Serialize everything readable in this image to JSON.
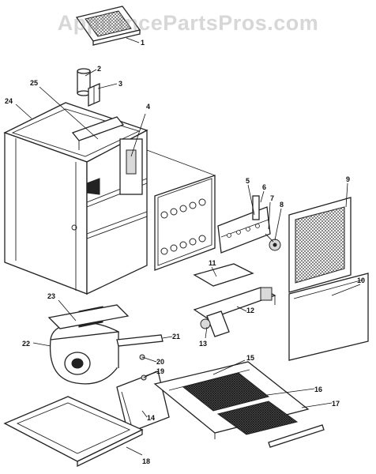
{
  "watermark": "AppliancePartsPros.com",
  "callouts": [
    {
      "id": 1,
      "text": "1"
    },
    {
      "id": 2,
      "text": "2"
    },
    {
      "id": 3,
      "text": "3"
    },
    {
      "id": 4,
      "text": "4"
    },
    {
      "id": 5,
      "text": "5"
    },
    {
      "id": 6,
      "text": "6"
    },
    {
      "id": 7,
      "text": "7"
    },
    {
      "id": 8,
      "text": "8"
    },
    {
      "id": 9,
      "text": "9"
    },
    {
      "id": 10,
      "text": "10"
    },
    {
      "id": 11,
      "text": "11"
    },
    {
      "id": 12,
      "text": "12"
    },
    {
      "id": 13,
      "text": "13"
    },
    {
      "id": 14,
      "text": "14"
    },
    {
      "id": 15,
      "text": "15"
    },
    {
      "id": 16,
      "text": "16"
    },
    {
      "id": 17,
      "text": "17"
    },
    {
      "id": 18,
      "text": "18"
    },
    {
      "id": 19,
      "text": "19"
    },
    {
      "id": 20,
      "text": "20"
    },
    {
      "id": 21,
      "text": "21"
    },
    {
      "id": 22,
      "text": "22"
    },
    {
      "id": 23,
      "text": "23"
    },
    {
      "id": 24,
      "text": "24"
    },
    {
      "id": 25,
      "text": "25"
    }
  ]
}
